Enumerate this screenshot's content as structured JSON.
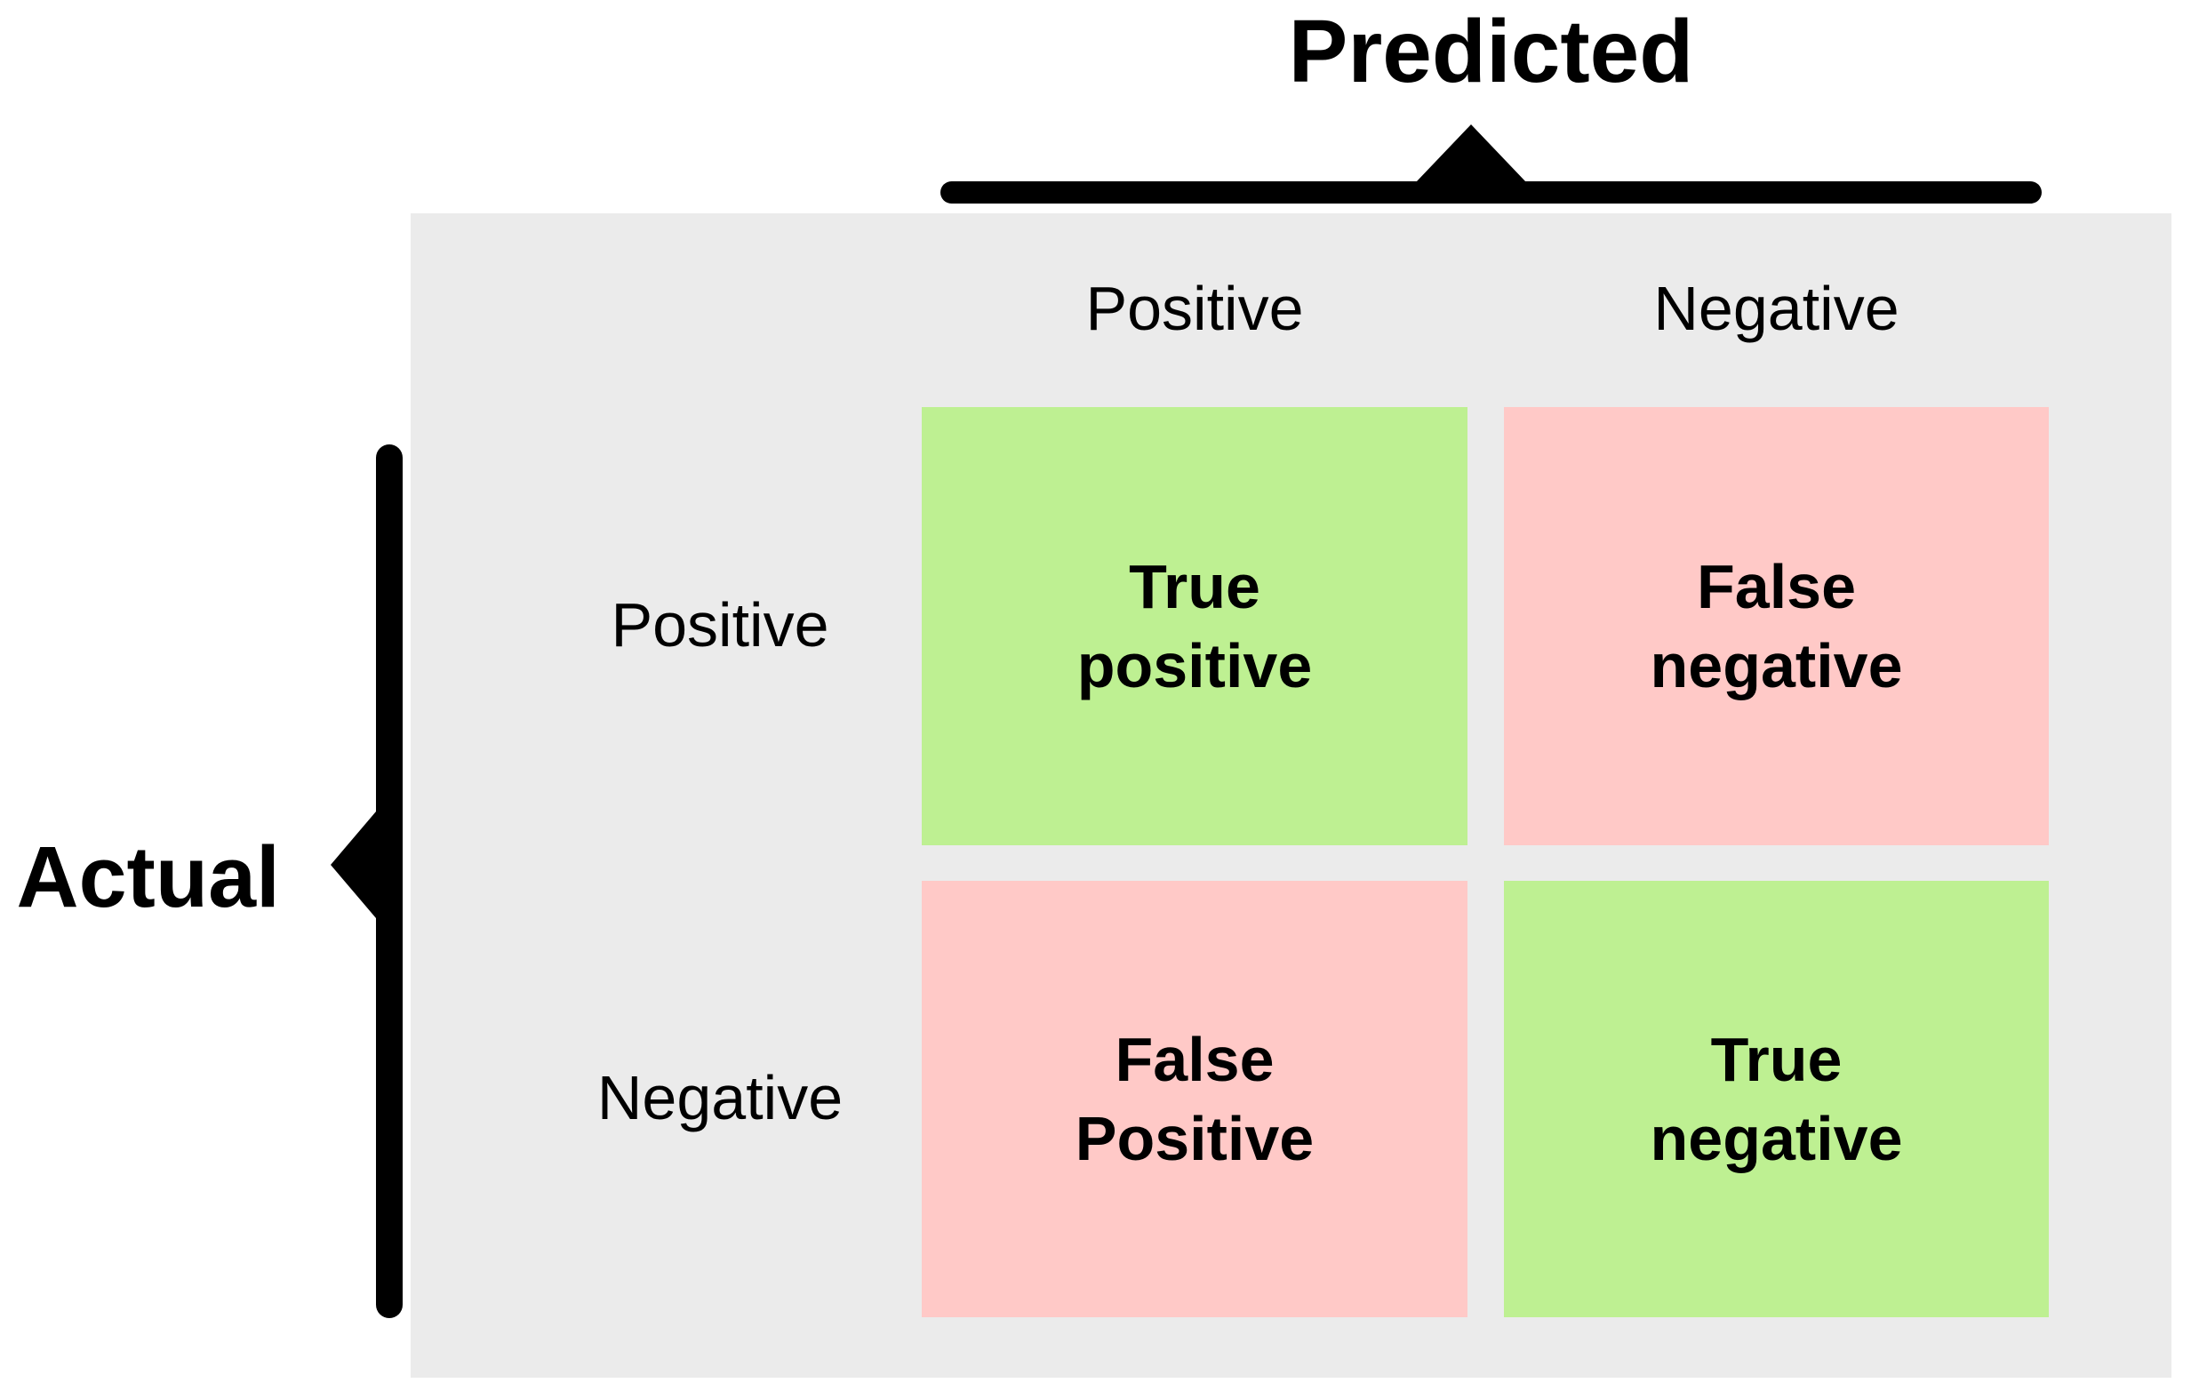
{
  "diagram": {
    "type": "confusion-matrix",
    "axis_titles": {
      "predicted": "Predicted",
      "actual": "Actual"
    },
    "column_headers": [
      "Positive",
      "Negative"
    ],
    "row_labels": [
      "Positive",
      "Negative"
    ],
    "cells": [
      {
        "row": "Positive",
        "column": "Positive",
        "line1": "True",
        "line2": "positive",
        "kind": "correct"
      },
      {
        "row": "Positive",
        "column": "Negative",
        "line1": "False",
        "line2": "negative",
        "kind": "incorrect"
      },
      {
        "row": "Negative",
        "column": "Positive",
        "line1": "False",
        "line2": "Positive",
        "kind": "incorrect"
      },
      {
        "row": "Negative",
        "column": "Negative",
        "line1": "True",
        "line2": "negative",
        "kind": "correct"
      }
    ],
    "colors": {
      "correct_cell": "#bef092",
      "incorrect_cell": "#ffc9c7",
      "panel_background": "#ebebeb",
      "ink": "#000000",
      "page_background": "#ffffff"
    }
  }
}
